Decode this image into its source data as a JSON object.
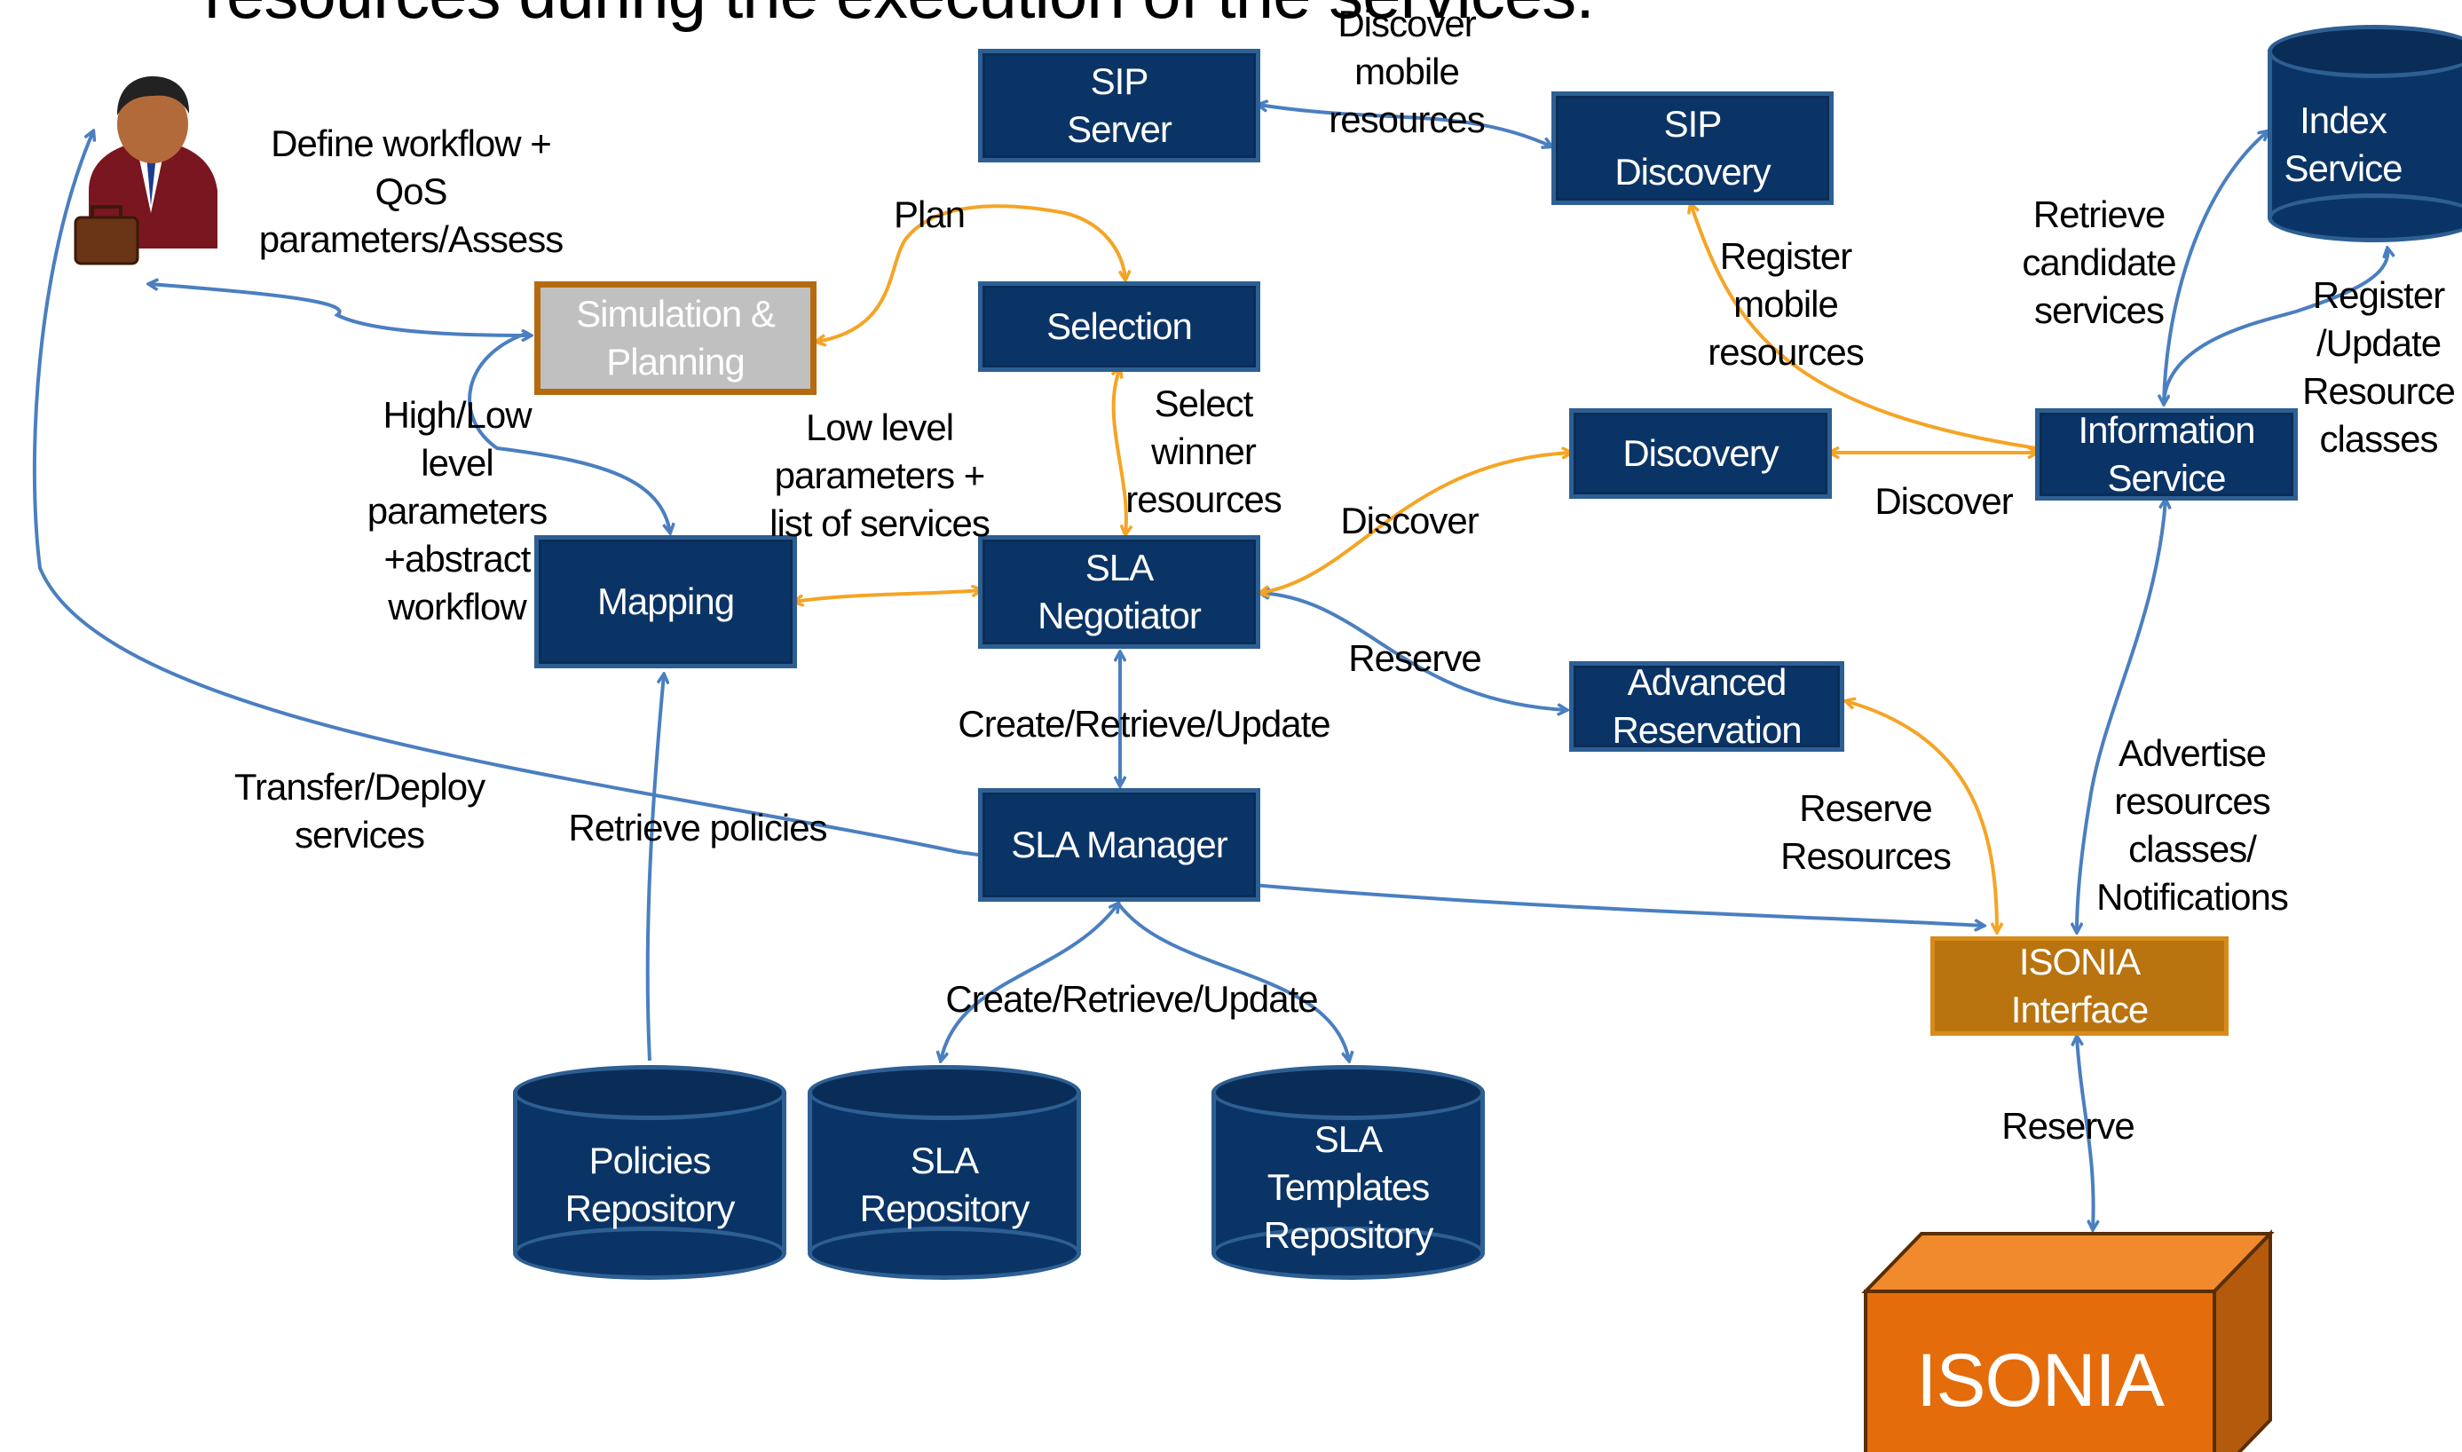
{
  "title_fragment": "resources during the execution of the services.",
  "colors": {
    "navy": "#0b3466",
    "navy_border": "#2d5f93",
    "blue_arrow": "#4a7fc0",
    "orange_arrow": "#f5a425",
    "isonia_box": "#e46c0a"
  },
  "nodes": {
    "sip_server": "SIP\nServer",
    "sip_discovery": "SIP\nDiscovery",
    "index_service": "Index\nService",
    "simulation_planning": "Simulation &\nPlanning",
    "selection": "Selection",
    "discovery": "Discovery",
    "information_service": "Information\nService",
    "mapping": "Mapping",
    "sla_negotiator": "SLA\nNegotiator",
    "advanced_reservation": "Advanced\nReservation",
    "sla_manager": "SLA Manager",
    "isonia_interface": "ISONIA\nInterface",
    "policies_repository": "Policies\nRepository",
    "sla_repository": "SLA\nRepository",
    "sla_templates_repository": "SLA\nTemplates\nRepository",
    "isonia": "ISONIA"
  },
  "labels": {
    "discover_mobile": "Discover\nmobile\nresources",
    "define_workflow": "Define workflow +\nQoS\nparameters/Assess",
    "plan": "Plan",
    "retrieve_candidate": "Retrieve\ncandidate\nservices",
    "register_mobile": "Register\nmobile\nresources",
    "register_update": "Register\n/Update\nResource\nclasses",
    "high_low": "High/Low\nlevel\nparameters\n+abstract\nworkflow",
    "low_level": "Low level\nparameters +\nlist of services",
    "select_winner": "Select\nwinner\nresources",
    "discover_left": "Discover",
    "discover_right": "Discover",
    "reserve_adv": "Reserve",
    "create_retrieve_update_1": "Create/Retrieve/Update",
    "transfer_deploy": "Transfer/Deploy\nservices",
    "retrieve_policies": "Retrieve policies",
    "reserve_resources": "Reserve\nResources",
    "advertise": "Advertise resources\nclasses/\nNotifications",
    "create_retrieve_update_2": "Create/Retrieve/Update",
    "reserve_isonia": "Reserve"
  },
  "icons": {
    "user": "businessman-with-briefcase-icon"
  }
}
